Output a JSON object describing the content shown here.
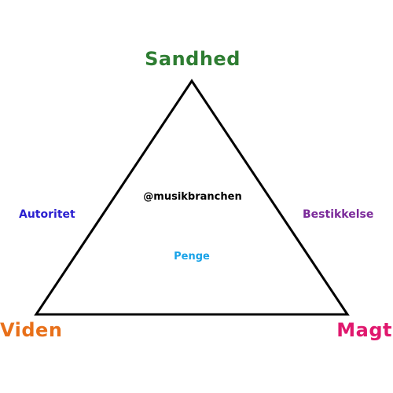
{
  "diagram": {
    "vertices": {
      "top": {
        "label": "Sandhed",
        "color": "#2e7d32"
      },
      "left": {
        "label": "Viden",
        "color": "#e8701a"
      },
      "right": {
        "label": "Magt",
        "color": "#e0186e"
      }
    },
    "edges": {
      "left": {
        "label": "Autoritet",
        "color": "#2a1fd0"
      },
      "right": {
        "label": "Bestikkelse",
        "color": "#7b2a9a"
      }
    },
    "center_label": {
      "text": "@musikbranchen",
      "color": "#000000"
    },
    "inner_label": {
      "text": "Penge",
      "color": "#1aa3e8"
    },
    "line_color": "#000000"
  }
}
